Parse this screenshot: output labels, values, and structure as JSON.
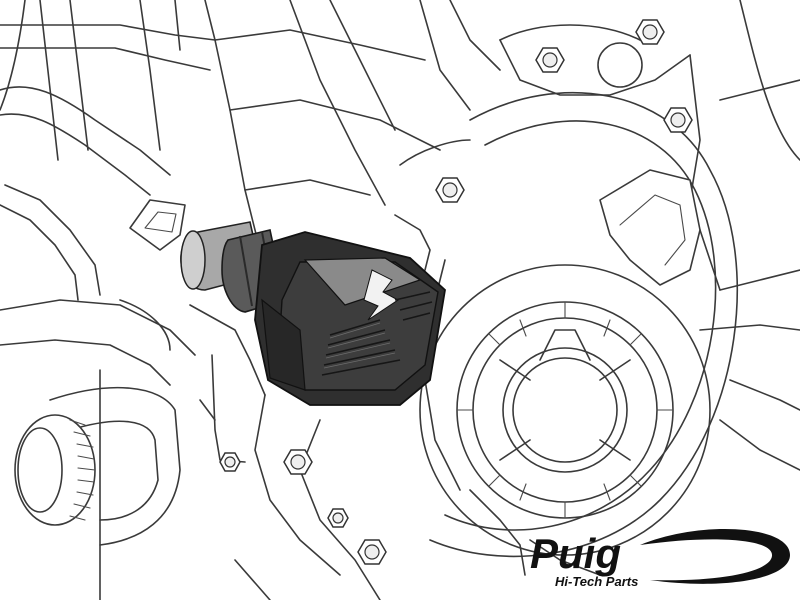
{
  "brand": {
    "name": "Puig",
    "tagline": "Hi-Tech Parts"
  },
  "colors": {
    "line": "#3a3a3a",
    "background": "#ffffff",
    "slider_body": "#2f2f2f",
    "slider_cap": "#9a9a9a",
    "logo": "#111111"
  },
  "parts": {
    "frame_slider": "frame-slider",
    "bolts": 8
  }
}
